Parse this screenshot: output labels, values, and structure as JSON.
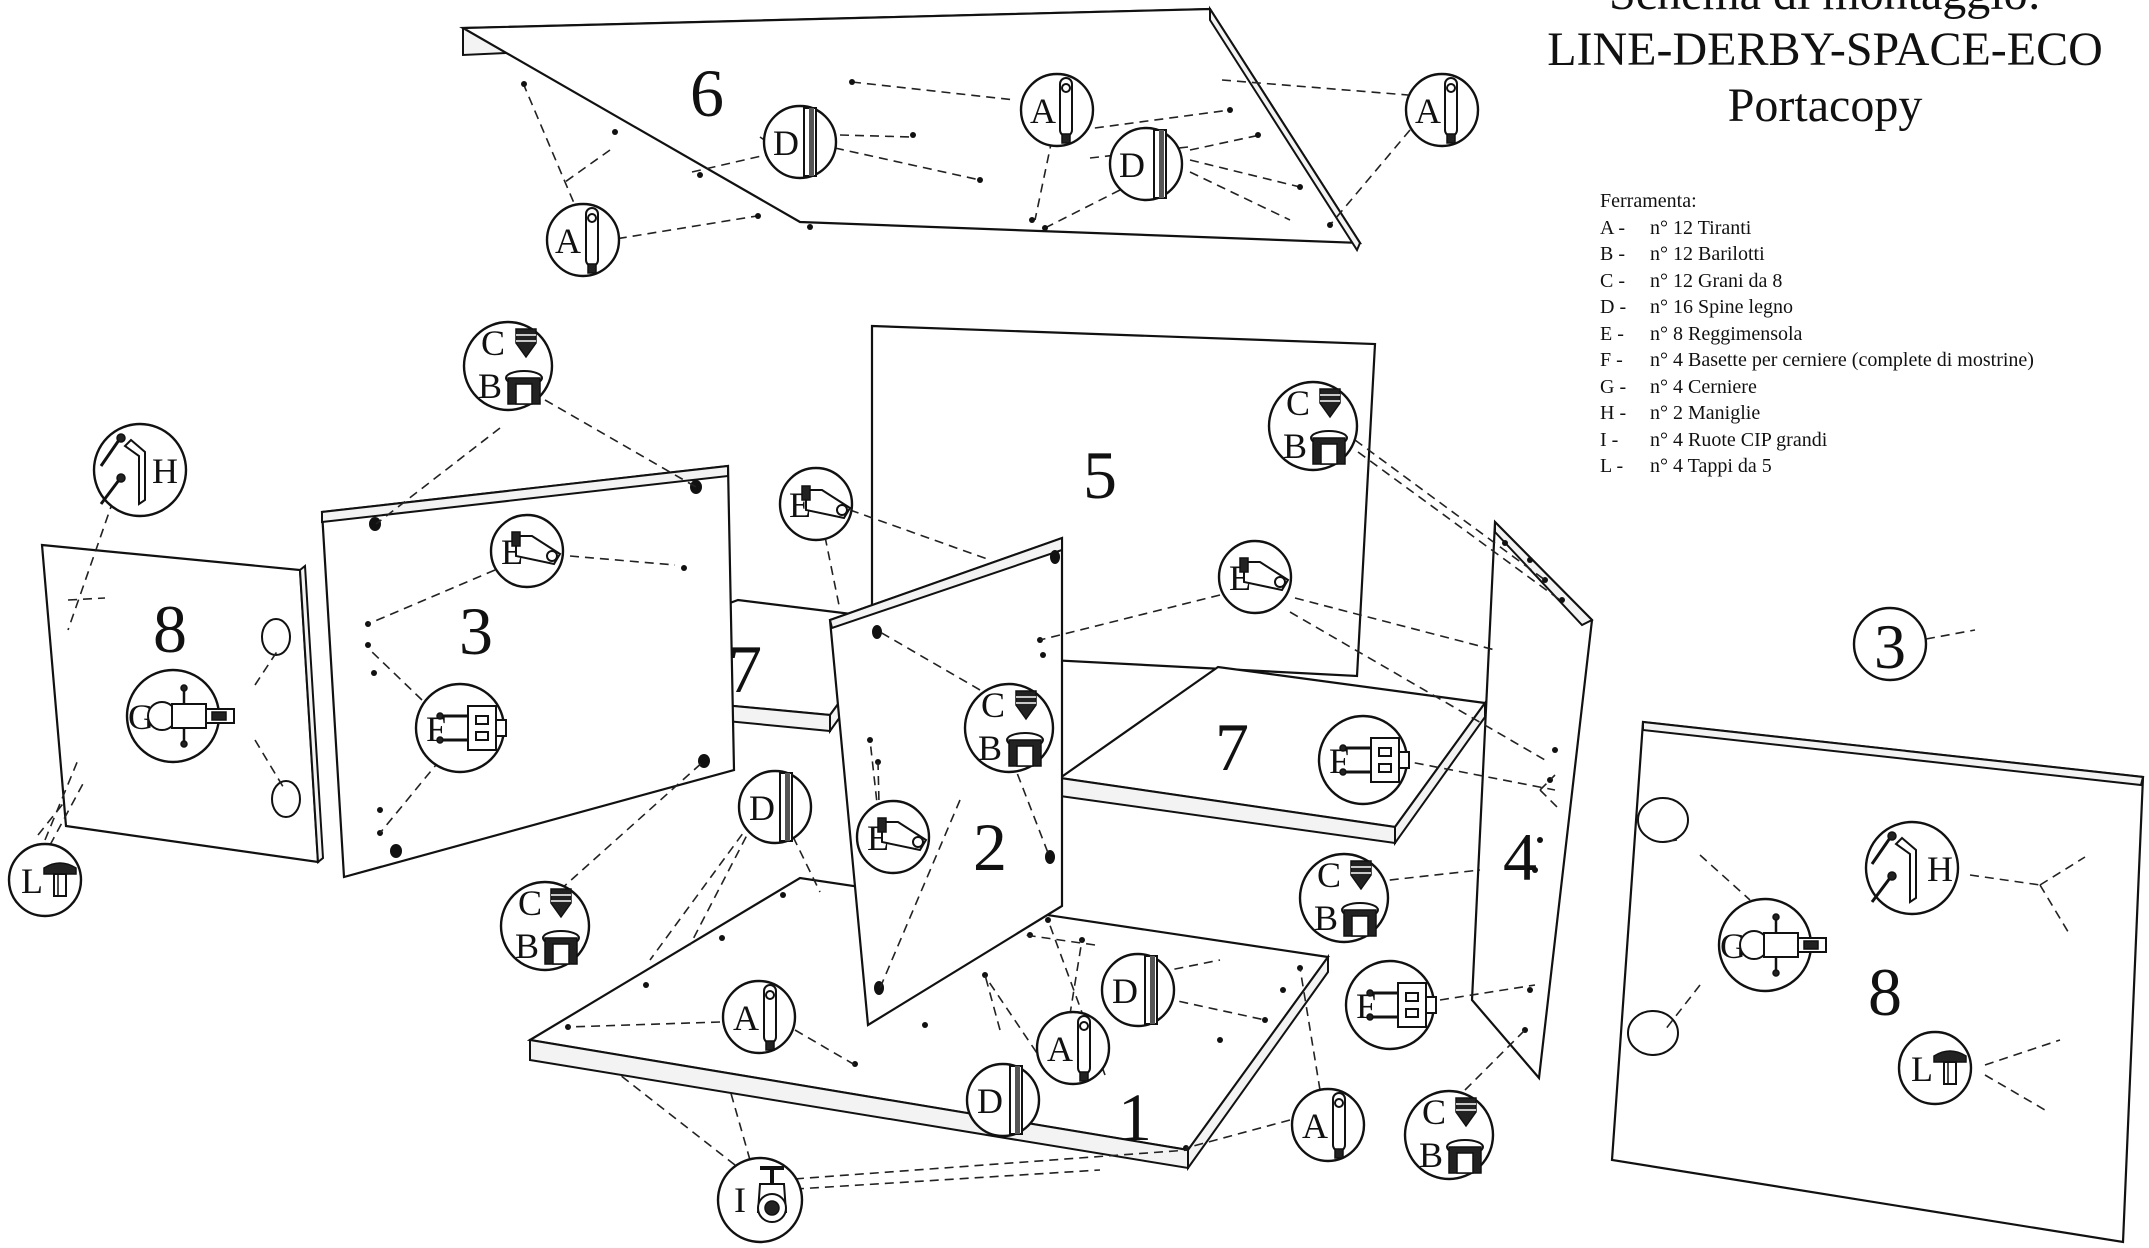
{
  "title": {
    "line1": "Schema di montaggio:",
    "line2": "LINE-DERBY-SPACE-ECO",
    "line3": "Portacopy"
  },
  "hardware": {
    "heading": "Ferramenta:",
    "items": [
      {
        "code": "A -",
        "desc": "n° 12 Tiranti"
      },
      {
        "code": "B -",
        "desc": "n° 12 Barilotti"
      },
      {
        "code": "C -",
        "desc": "n° 12 Grani da 8"
      },
      {
        "code": "D -",
        "desc": "n° 16 Spine legno"
      },
      {
        "code": "E -",
        "desc": "n°  8 Reggimensola"
      },
      {
        "code": "F -",
        "desc": "n°  4 Basette per cerniere (complete di mostrine)"
      },
      {
        "code": "G -",
        "desc": "n°  4 Cerniere"
      },
      {
        "code": "H -",
        "desc": "n°  2 Maniglie"
      },
      {
        "code": "I -",
        "desc": "n°  4 Ruote CIP grandi"
      },
      {
        "code": "L -",
        "desc": "n°  4 Tappi da 5"
      }
    ]
  },
  "parts": {
    "p1": "1",
    "p2": "2",
    "p3": "3",
    "p4": "4",
    "p5": "5",
    "p6": "6",
    "p7a": "7",
    "p7b": "7",
    "p8a": "8",
    "p8b": "8",
    "p3ref": "3"
  },
  "letters": {
    "A": "A",
    "B": "B",
    "C": "C",
    "D": "D",
    "E": "E",
    "F": "F",
    "G": "G",
    "H": "H",
    "I": "I",
    "L": "L"
  }
}
